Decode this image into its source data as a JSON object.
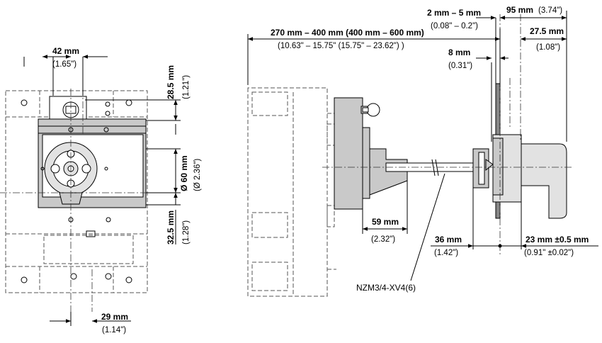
{
  "dimensions": {
    "front_width": {
      "mm": "42 mm",
      "inch": "(1.65\")"
    },
    "front_top": {
      "mm": "28.5 mm",
      "inch": "(1.21\")"
    },
    "front_height": {
      "mm": "Ø 60 mm",
      "inch": "(Ø 2.36\")"
    },
    "front_bottom": {
      "mm": "32.5 mm",
      "inch": "(1.28\")"
    },
    "front_offset": {
      "mm": "29 mm",
      "inch": "(1.14\")"
    },
    "shaft_length": {
      "mm": "270 mm – 400 mm (400 mm – 600 mm)",
      "inch": "(10.63\" – 15.75\" (15.75\" – 23.62\") )"
    },
    "door_gap": {
      "mm": "2 mm – 5 mm",
      "inch": "(0.08\" – 0.2\")"
    },
    "handle_depth": {
      "mm": "95 mm",
      "inch": "(3.74\")"
    },
    "handle_front": {
      "mm": "27.5 mm",
      "inch": "(1.08\")"
    },
    "door_thickness": {
      "mm": "8 mm",
      "inch": "(0.31\")"
    },
    "bracket_depth": {
      "mm": "59 mm",
      "inch": "(2.32\")"
    },
    "door_to_handle": {
      "mm": "36 mm",
      "inch": "(1.42\")"
    },
    "handle_tolerance": {
      "mm": "23 mm ±0.5 mm",
      "inch": "(0.91\" ±0.02\")"
    }
  },
  "labels": {
    "part_number": "NZM3/4-XV4(6)"
  }
}
